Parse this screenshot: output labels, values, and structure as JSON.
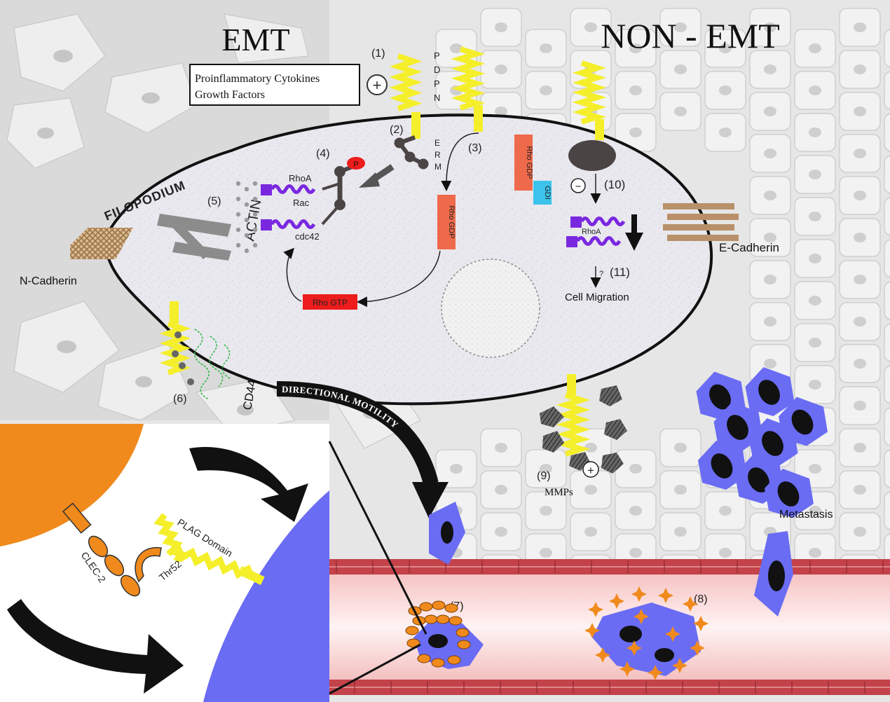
{
  "titles": {
    "emt": "EMT",
    "non_emt": "NON - EMT"
  },
  "cytokine_box": {
    "line1": "Proinflammatory Cytokines",
    "line2": "Growth Factors"
  },
  "plus_sign": "+",
  "minus_sign": "−",
  "pdpn_letters": [
    "P",
    "D",
    "P",
    "N"
  ],
  "erm_letters": [
    "E",
    "R",
    "M"
  ],
  "steps": {
    "s1": "(1)",
    "s2": "(2)",
    "s3": "(3)",
    "s4": "(4)",
    "s5": "(5)",
    "s6": "(6)",
    "s7": "(7)",
    "s8": "(8)",
    "s9": "(9)",
    "s10": "(10)",
    "s11": "(11)"
  },
  "labels": {
    "filopodium": "FILOPODIUM",
    "actin": "ACTIN",
    "rhoa": "RhoA",
    "rac": "Rac",
    "cdc42": "cdc42",
    "phospho": "P",
    "rho_gdp": "Rho GDP",
    "rho_gtp": "Rho GTP",
    "gdi": "GDI",
    "rhoa_small": "RhoA",
    "question": "?",
    "cell_migration": "Cell Migration",
    "e_cadherin": "E-Cadherin",
    "n_cadherin": "N-Cadherin",
    "cd44": "CD44",
    "directional_motility": "DIRECTIONAL MOTILITY",
    "mmps": "MMPs",
    "metastasis": "Metastasis",
    "plag_domain": "PLAG Domain",
    "clec2": "CLEC-2",
    "thr52": "Thr52"
  },
  "colors": {
    "podoplanin": "#f4ef2a",
    "tumor_cell": "#6a6cf4",
    "platelet": "#f08a1c",
    "rho_gdp_box": "#ef6a4a",
    "rho_gtp_box": "#ee1c1c",
    "gdi_box": "#3cc3ec",
    "rho_protein": "#7a28e0",
    "phospho": "#ee1c1c",
    "cadherin": "#b8906a",
    "vessel_wall": "#c4424a",
    "cd44": "#2eb84a"
  }
}
